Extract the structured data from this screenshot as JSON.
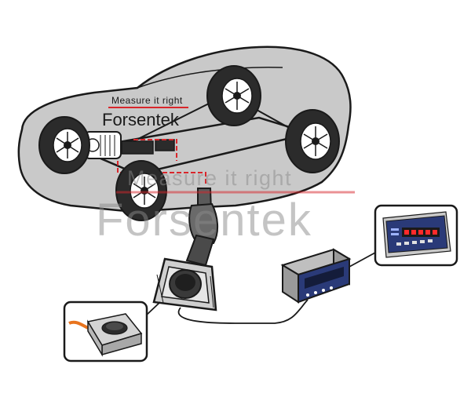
{
  "branding": {
    "logo_tagline": "Measure it right",
    "logo_name": "Forsentek",
    "watermark_tagline": "Measure it right",
    "watermark_name": "Forsentek"
  },
  "colors": {
    "accent_red": "#d9262b",
    "car_body": "#c9c9c9",
    "outline": "#1a1a1a",
    "display_panel": "#2a3a78",
    "led_red": "#ff2a2a",
    "cable_orange": "#e8741e"
  },
  "components": [
    {
      "name": "vehicle-body-icon"
    },
    {
      "name": "tire-icon"
    },
    {
      "name": "brake-pedal-icon"
    },
    {
      "name": "pedal-force-sensor-icon"
    },
    {
      "name": "weighing-indicator-icon"
    },
    {
      "name": "panel-indicator-icon"
    }
  ]
}
